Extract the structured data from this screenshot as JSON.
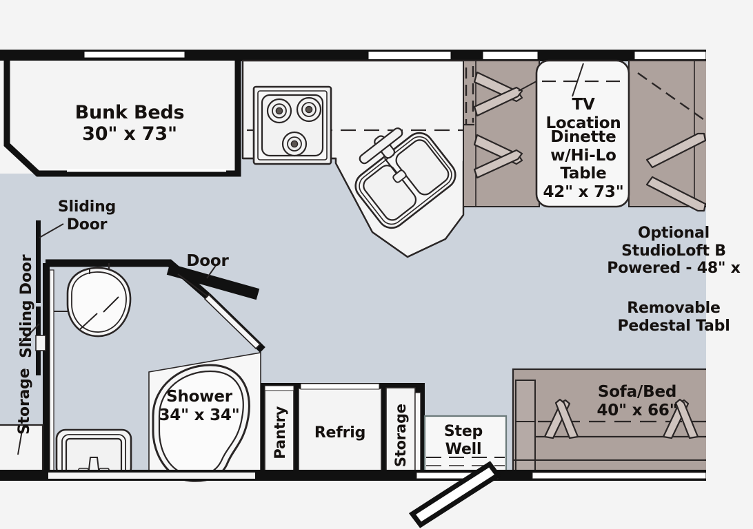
{
  "floorplan": {
    "rooms": {
      "bunk": {
        "name": "Bunk Beds",
        "size": "30\" x 73\""
      },
      "dinette": {
        "tv": "TV Location",
        "name_line1": "Dinette",
        "name_line2": "w/Hi-Lo",
        "name_line3": "Table",
        "size": "42\" x 73\""
      },
      "shower": {
        "name": "Shower",
        "size": "34\" x 34\""
      },
      "sofa": {
        "name": "Sofa/Bed",
        "size": "40\" x 66\""
      },
      "pantry": {
        "name": "Pantry"
      },
      "refrig": {
        "name": "Refrig"
      },
      "storage_lower": {
        "name": "Storage"
      },
      "storage_left": {
        "name": "Storage"
      },
      "step_well": {
        "line1": "Step",
        "line2": "Well"
      }
    },
    "callouts": {
      "sliding_door_top_line1": "Sliding",
      "sliding_door_top_line2": "Door",
      "sliding_door_vertical": "Sliding Door",
      "door": "Door",
      "optional_line1": "Optional",
      "optional_line2": "StudioLoft B",
      "optional_line3": "Powered - 48\" x",
      "removable_line1": "Removable",
      "removable_line2": "Pedestal Tabl"
    },
    "colors": {
      "floor": "#ccd3dc",
      "wall": "#111111",
      "cabinet_fill": "#f2f2f2",
      "upholstery": "#aea29d",
      "upholstery_dark": "#9b8e89",
      "page_bg": "#f4f4f4",
      "line": "#231f1e"
    },
    "fixtures": {
      "cooktop": "3-burner-cooktop",
      "sink": "double-basin-sink",
      "toilet": "toilet",
      "lavatory": "bathroom-sink",
      "entry_door": "entry-door-swing"
    }
  }
}
